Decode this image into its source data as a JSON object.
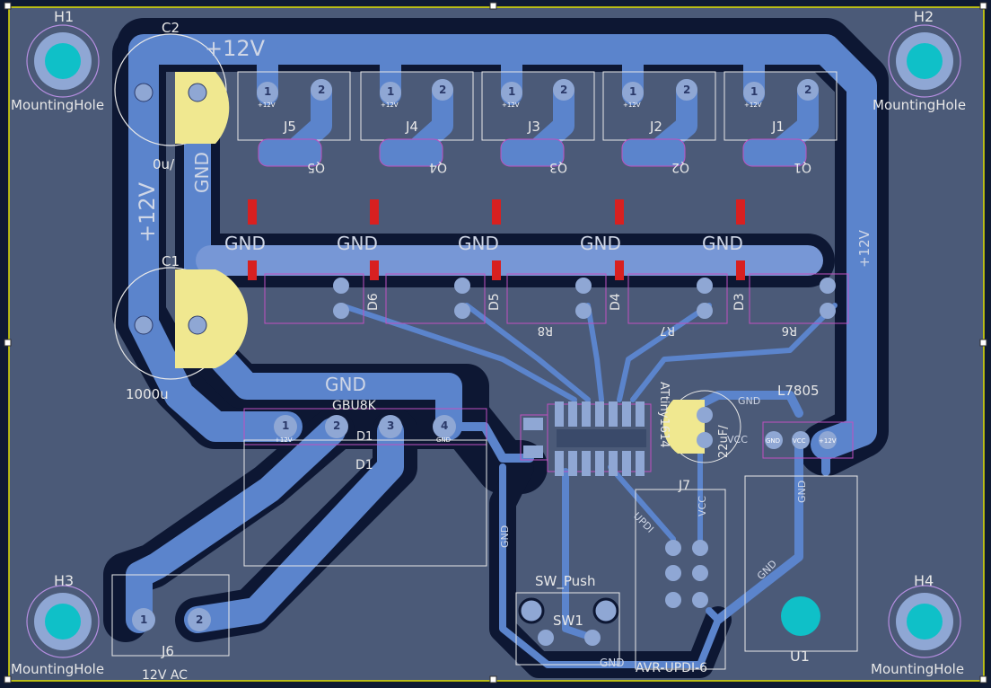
{
  "board": {
    "colors": {
      "background": "#0f1a33",
      "board_fill": "#4b5a78",
      "clearance": "#08102a",
      "copper_trace": "#5b84cc",
      "silkscreen": "#e8e8e8",
      "fab_outline": "#c050c0",
      "selection_handle": "#ffffff",
      "edge": "#e0e000",
      "drill": "#0fc0c8",
      "pad": "#8fa7d4",
      "capacitor_highlight": "#f0e890",
      "red_pad": "#d82020"
    },
    "mounting_holes": [
      {
        "ref": "H1",
        "value": "MountingHole"
      },
      {
        "ref": "H2",
        "value": "MountingHole"
      },
      {
        "ref": "H3",
        "value": "MountingHole"
      },
      {
        "ref": "H4",
        "value": "MountingHole"
      }
    ],
    "connectors": [
      {
        "ref": "J5",
        "pin1": "+12V",
        "pin_numbers": [
          "1",
          "2"
        ]
      },
      {
        "ref": "J4",
        "pin1": "+12V",
        "pin_numbers": [
          "1",
          "2"
        ]
      },
      {
        "ref": "J3",
        "pin1": "+12V",
        "pin_numbers": [
          "1",
          "2"
        ]
      },
      {
        "ref": "J2",
        "pin1": "+12V",
        "pin_numbers": [
          "1",
          "2"
        ]
      },
      {
        "ref": "J1",
        "pin1": "+12V",
        "pin_numbers": [
          "1",
          "2"
        ]
      }
    ],
    "mosfets": [
      "Q5",
      "Q4",
      "Q3",
      "Q2",
      "Q1"
    ],
    "diodes": [
      "D6",
      "D5",
      "D4",
      "D3"
    ],
    "resistors": [
      "R8",
      "R7",
      "R6"
    ],
    "cap_labels": {
      "c2": "C2",
      "c1": "C1",
      "c1_value": "1000u",
      "c2_value": "0u/"
    },
    "net_labels": {
      "p12v_top": "+12V",
      "p12v_left": "+12V",
      "p12v_right": "+12V",
      "gnd_left": "GND",
      "gnd_row": [
        "GND",
        "GND",
        "GND",
        "GND",
        "GND"
      ],
      "gnd_mid": "GND",
      "gnd_bottom": "GND",
      "gnd_vert1": "GND",
      "gnd_vert2": "GND",
      "gnd_diag": "GND",
      "gnd_u1": "GND",
      "vcc_a": "VCC",
      "vcc_b": "VCC",
      "updi": "UPDI"
    },
    "bridge": {
      "ref": "D1",
      "value": "GBU8K",
      "pins": [
        "1",
        "2",
        "3",
        "4"
      ],
      "pin_names": [
        "+12V",
        "",
        "",
        "GND"
      ]
    },
    "j6": {
      "ref": "J6",
      "value": "12V AC",
      "pins": [
        "1",
        "2"
      ]
    },
    "j7": {
      "ref": "J7",
      "value": "AVR-UPDI-6"
    },
    "sw": {
      "ref": "SW1",
      "value": "SW_Push"
    },
    "u1": {
      "ref": "U1",
      "value": "L7805",
      "pins": [
        "GND",
        "VCC",
        "+12V"
      ]
    },
    "mcu": {
      "value": "ATtiny1614"
    },
    "cap_small": {
      "value": "22uF/"
    }
  }
}
